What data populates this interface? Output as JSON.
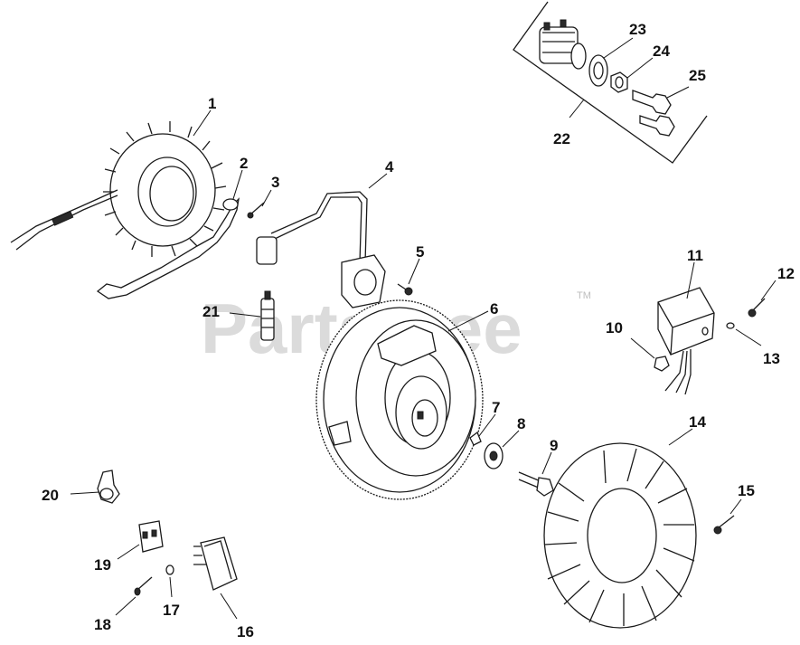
{
  "watermark": {
    "text": "PartsTree",
    "trademark": "TM"
  },
  "callouts": {
    "c1": "1",
    "c2": "2",
    "c3": "3",
    "c4": "4",
    "c5": "5",
    "c6": "6",
    "c7": "7",
    "c8": "8",
    "c9": "9",
    "c10": "10",
    "c11": "11",
    "c12": "12",
    "c13": "13",
    "c14": "14",
    "c15": "15",
    "c16": "16",
    "c17": "17",
    "c18": "18",
    "c19": "19",
    "c20": "20",
    "c21": "21",
    "c22": "22",
    "c23": "23",
    "c24": "24",
    "c25": "25"
  }
}
